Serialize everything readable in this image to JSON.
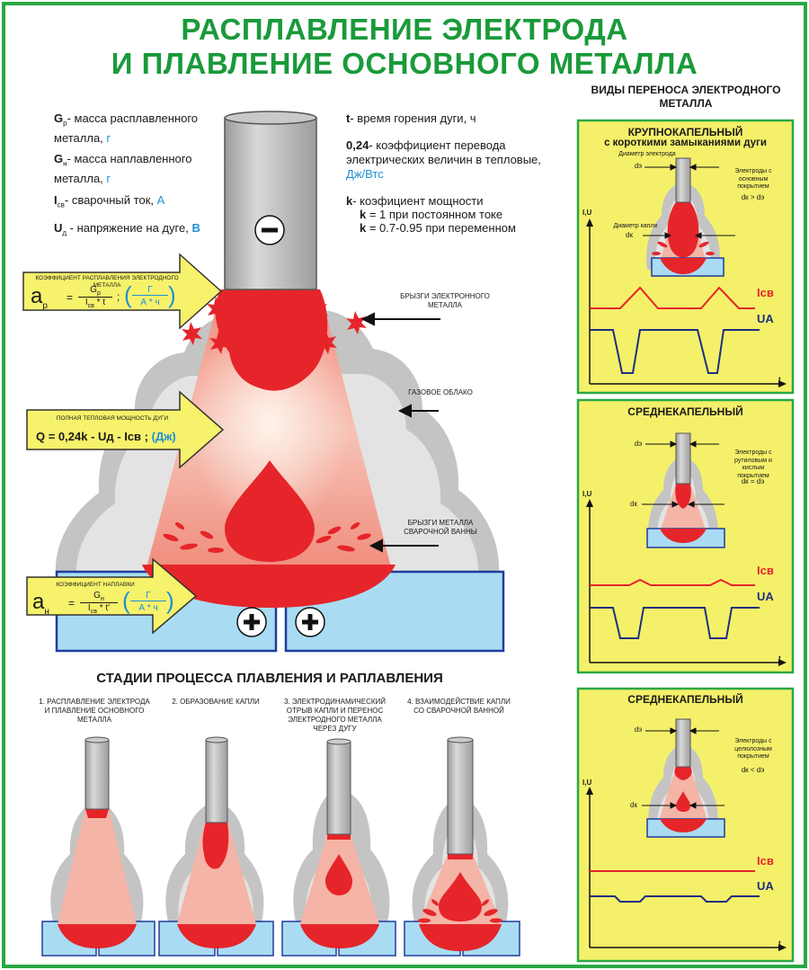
{
  "title": {
    "line1": "РАСПЛАВЛЕНИЕ ЭЛЕКТРОДА",
    "line2": "И ПЛАВЛЕНИЕ ОСНОВНОГО МЕТАЛЛА"
  },
  "definitions": {
    "gp": {
      "sym": "G",
      "sub": "р",
      "text": "- масса расплавленного металла,",
      "unit": "г"
    },
    "gn": {
      "sym": "G",
      "sub": "н",
      "text": "- масса наплавленного металла,",
      "unit": "г"
    },
    "isv": {
      "sym": "I",
      "sub": "св",
      "text": "- сварочный ток,",
      "unit": "А"
    },
    "ud": {
      "sym": "U",
      "sub": "д",
      "text": " - напряжение на дуге,",
      "unit": "В"
    },
    "t": {
      "sym": "t",
      "text": "- время горения дуги, ч"
    },
    "coef": {
      "sym": "0,24",
      "text": "- коэффициент перевода электрических величин в тепловые,",
      "unit": "Дж/Втс"
    },
    "k": {
      "sym": "k",
      "text": "- коэфициент мощности"
    },
    "k_dc": {
      "sym": "k",
      "text": " = 1 при постоянном токе"
    },
    "k_ac": {
      "sym": "k",
      "text": " = 0.7-0.95 при переменном"
    }
  },
  "electrode_sign": "−",
  "plus_sign": "+",
  "arrows": {
    "ap": {
      "label": "КОЭФФИЦИЕНТ РАСПЛАВЛЕНИЯ ЭЛЕКТРОДНОГО МЕТАЛЛА",
      "sym": "a",
      "sub": "р",
      "numerator": "G",
      "numerator_sub": "р",
      "denominator": "I",
      "denominator_sub": "св",
      "denominator_tail": "* t",
      "unit_num": "Г",
      "unit_den": "А * ч"
    },
    "q": {
      "label": "ПОЛНАЯ ТЕПЛОВАЯ МОЩНОСТЬ ДУГИ",
      "formula": "Q = 0,24k - Uд - Iсв ;",
      "unit": "(Дж)"
    },
    "an": {
      "label": "КОЭФФИЦИЕНТ НАПЛАВКИ",
      "sym": "a",
      "sub": "н",
      "numerator": "G",
      "numerator_sub": "н",
      "denominator": "I",
      "denominator_sub": "св",
      "denominator_tail": "* t'",
      "unit_num": "Г",
      "unit_den": "А * ч"
    }
  },
  "callouts": {
    "spatter_electrode": "БРЫЗГИ ЭЛЕКТРОННОГО МЕТАЛЛА",
    "gas_cloud": "ГАЗОВОЕ ОБЛАКО",
    "spatter_pool": "БРЫЗГИ МЕТАЛЛА СВАРОЧНОЙ ВАННЫ"
  },
  "stages": {
    "heading": "СТАДИИ ПРОЦЕССА ПЛАВЛЕНИЯ И РАПЛАВЛЕНИЯ",
    "items": [
      "1. РАСПЛАВЛЕНИЕ ЭЛЕКТРОДА И ПЛАВЛЕНИЕ ОСНОВНОГО МЕТАЛЛА",
      "2. ОБРАЗОВАНИЕ КАПЛИ",
      "3. ЭЛЕКТРОДИНАМИЧЕСКИЙ ОТРЫВ КАПЛИ И ПЕРЕНОС ЭЛЕКТРОДНОГО МЕТАЛЛА ЧЕРЕЗ ДУГУ",
      "4. ВЗАИМОДЕЙСТВИЕ КАПЛИ СО СВАРОЧНОЙ ВАННОЙ"
    ]
  },
  "transfer": {
    "heading": "ВИДЫ ПЕРЕНОСА ЭЛЕКТРОДНОГО МЕТАЛЛА",
    "panels": [
      {
        "title": "КРУПНОКАПЕЛЬНЫЙ",
        "subtitle": "с короткими замыканиями дуги",
        "electrode_diameter_label": "Диаметр электрода",
        "drop_diameter_label": "Диаметр капли",
        "de": "dэ",
        "dk": "dк",
        "note": "Электроды с основным покрытием",
        "relation": "dк > dэ",
        "axis_y": "I,U",
        "axis_x": "t",
        "i_label": "Iсв",
        "u_label": "UА"
      },
      {
        "title": "СРЕДНЕКАПЕЛЬНЫЙ",
        "de": "dэ",
        "dk": "dк",
        "note": "Электроды с рутиловым и кислым покрытием",
        "relation": "dк = dэ",
        "axis_y": "I,U",
        "axis_x": "t",
        "i_label": "Iсв",
        "u_label": "UА"
      },
      {
        "title": "СРЕДНЕКАПЕЛЬНЫЙ",
        "de": "dэ",
        "dk": "dк",
        "note": "Электроды с целюлозным покрытием",
        "relation": "dк < dэ",
        "axis_y": "I,U",
        "axis_x": "t",
        "i_label": "Iсв",
        "u_label": "UА"
      }
    ]
  },
  "colors": {
    "title_green": "#1a9a3a",
    "frame_green": "#2aa845",
    "panel_yellow": "#f5f06a",
    "arrow_yellow": "#f7f26b",
    "molten_red": "#e5252a",
    "plate_blue": "#a9dcf3",
    "plate_edge": "#1f3c9a",
    "unit_blue": "#1f8fd6",
    "smoke_gray": "#b8b8b8",
    "electrode_gray": "#b3b3b3"
  }
}
